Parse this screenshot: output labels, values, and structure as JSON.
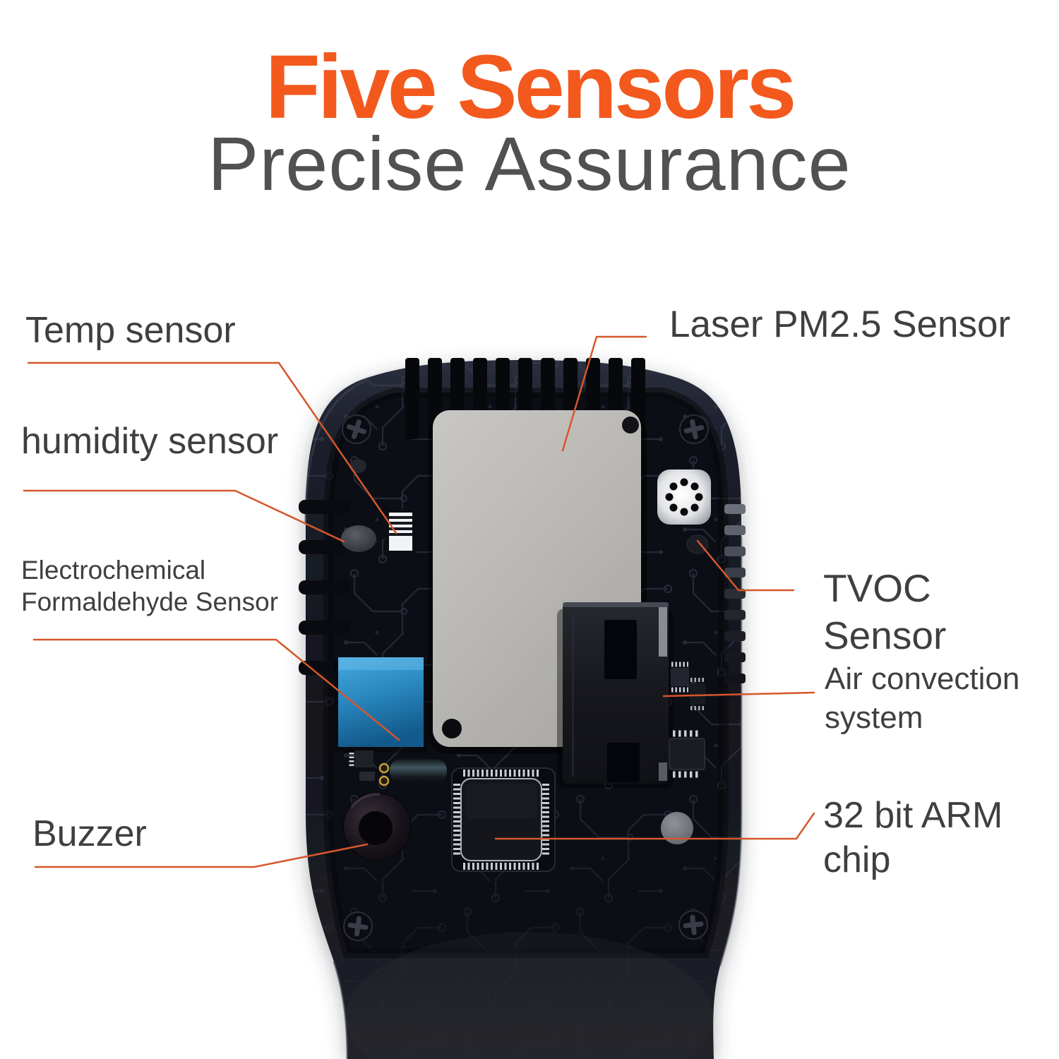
{
  "header": {
    "title": "Five Sensors",
    "subtitle": "Precise Assurance"
  },
  "callouts": {
    "temp": "Temp sensor",
    "humidity": "humidity sensor",
    "formaldehyde": "Electrochemical\nFormaldehyde Sensor",
    "buzzer": "Buzzer",
    "pm25": "Laser PM2.5 Sensor",
    "tvoc": "TVOC Sensor",
    "air": "Air convection\nsystem",
    "arm": "32 bit ARM\nchip"
  },
  "colors": {
    "accent_orange": "#F3591D",
    "leader_orange": "#D6572B",
    "headline_gray": "#4F5153",
    "label_gray": "#3E3F41",
    "device_navy": "#1A1D29",
    "pcb_black": "#0C0E15",
    "plate_gray": "#B9B7B3",
    "formaldehyde_blue": "#2D93CE"
  }
}
